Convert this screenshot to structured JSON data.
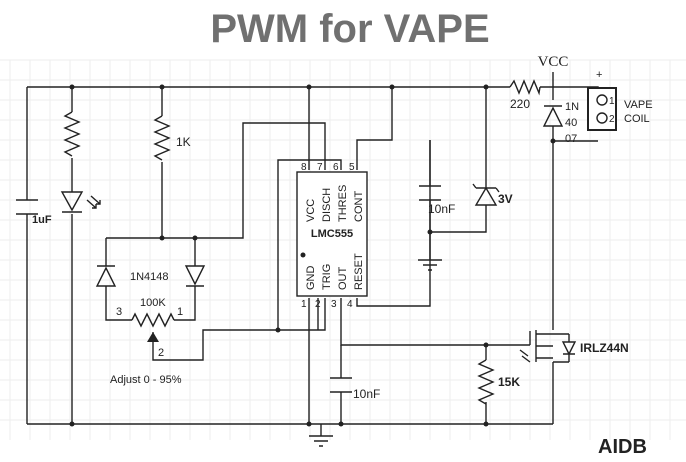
{
  "title": "PWM for VAPE",
  "labels": {
    "vcc": "VCC",
    "r220": "220",
    "diode_1n4007": [
      "1N",
      "40",
      "07"
    ],
    "plus": "+",
    "pin1": "1",
    "pin2": "2",
    "vape_coil": [
      "VAPE",
      "COIL"
    ],
    "r1k": "1K",
    "c1uf": "1uF",
    "diode_1n4148": "1N4148",
    "pot_100k": "100K",
    "pot_pin1": "1",
    "pot_pin2": "2",
    "pot_pin3": "3",
    "adjust": "Adjust 0 - 95%",
    "chip_name": "LMC555",
    "chip_top_pins": [
      "VCC",
      "DISCH",
      "THRES",
      "CONT"
    ],
    "chip_top_nums": [
      "8",
      "7",
      "6",
      "5"
    ],
    "chip_bottom_pins": [
      "GND",
      "TRIG",
      "OUT",
      "RESET"
    ],
    "chip_bottom_nums": [
      "1",
      "2",
      "3",
      "4"
    ],
    "c10nf_top": "10nF",
    "zener_3v": "3V",
    "c10nf_bottom": "10nF",
    "mosfet": "IRLZ44N",
    "r15k": "15K",
    "watermark": "AIDB"
  }
}
